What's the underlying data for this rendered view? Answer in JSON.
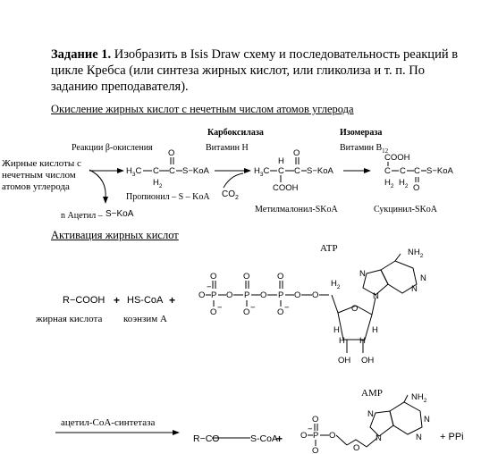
{
  "task": {
    "label": "Задание 1.",
    "text": " Изобразить в Isis Draw схему и последовательность реакций в цикле Кребса (или синтеза жирных кислот, или гликолиза и т. п. По заданию преподавателя)."
  },
  "section1": {
    "heading": "Окисление жирных кислот с нечетным числом атомов углерода",
    "enzyme_carboxylase": "Карбоксилаза",
    "enzyme_isomerase": "Изомераза",
    "beta_reactions": "Реакции β-окисления",
    "vitamin_h": "Витамин Н",
    "vitamin_b12": "Витамин B",
    "vitamin_b12_sub": "12",
    "fatty_acids": [
      "Жирные кислоты с",
      "нечетным числом",
      "атомов углерода"
    ],
    "propionyl": "Пропионил – S – KoA",
    "co2": "CO",
    "co2_sub": "2",
    "methylmalonyl": "Метилмалонил-SKoA",
    "succinyl": "Сукцинил-SKoA",
    "acetyl": "n Ацетил –",
    "skoa": "S−KoA"
  },
  "section2": {
    "heading": "Активация жирных кислот",
    "atp": "ATP",
    "rcooh": "R−COOH",
    "plus": "+",
    "hscoa": "HS-CoA",
    "fatty_acid_label": "жирная кислота",
    "coenzyme_label": "коэнзим А",
    "amp": "AMP",
    "synthetase": "ацетил-СоА-синтетаза",
    "rco": "R−CO",
    "scoa": "S-CoA",
    "ppi": "+ PPi"
  },
  "chem": {
    "h3c": "H",
    "c": "C",
    "h2": "H",
    "o": "O",
    "s_koa": "S−KoA",
    "cooh": "COOH",
    "nh2": "NH",
    "n": "N",
    "oh": "OH",
    "p": "P",
    "h": "H",
    "minus": "−",
    "sub3": "3",
    "sub2": "2"
  }
}
